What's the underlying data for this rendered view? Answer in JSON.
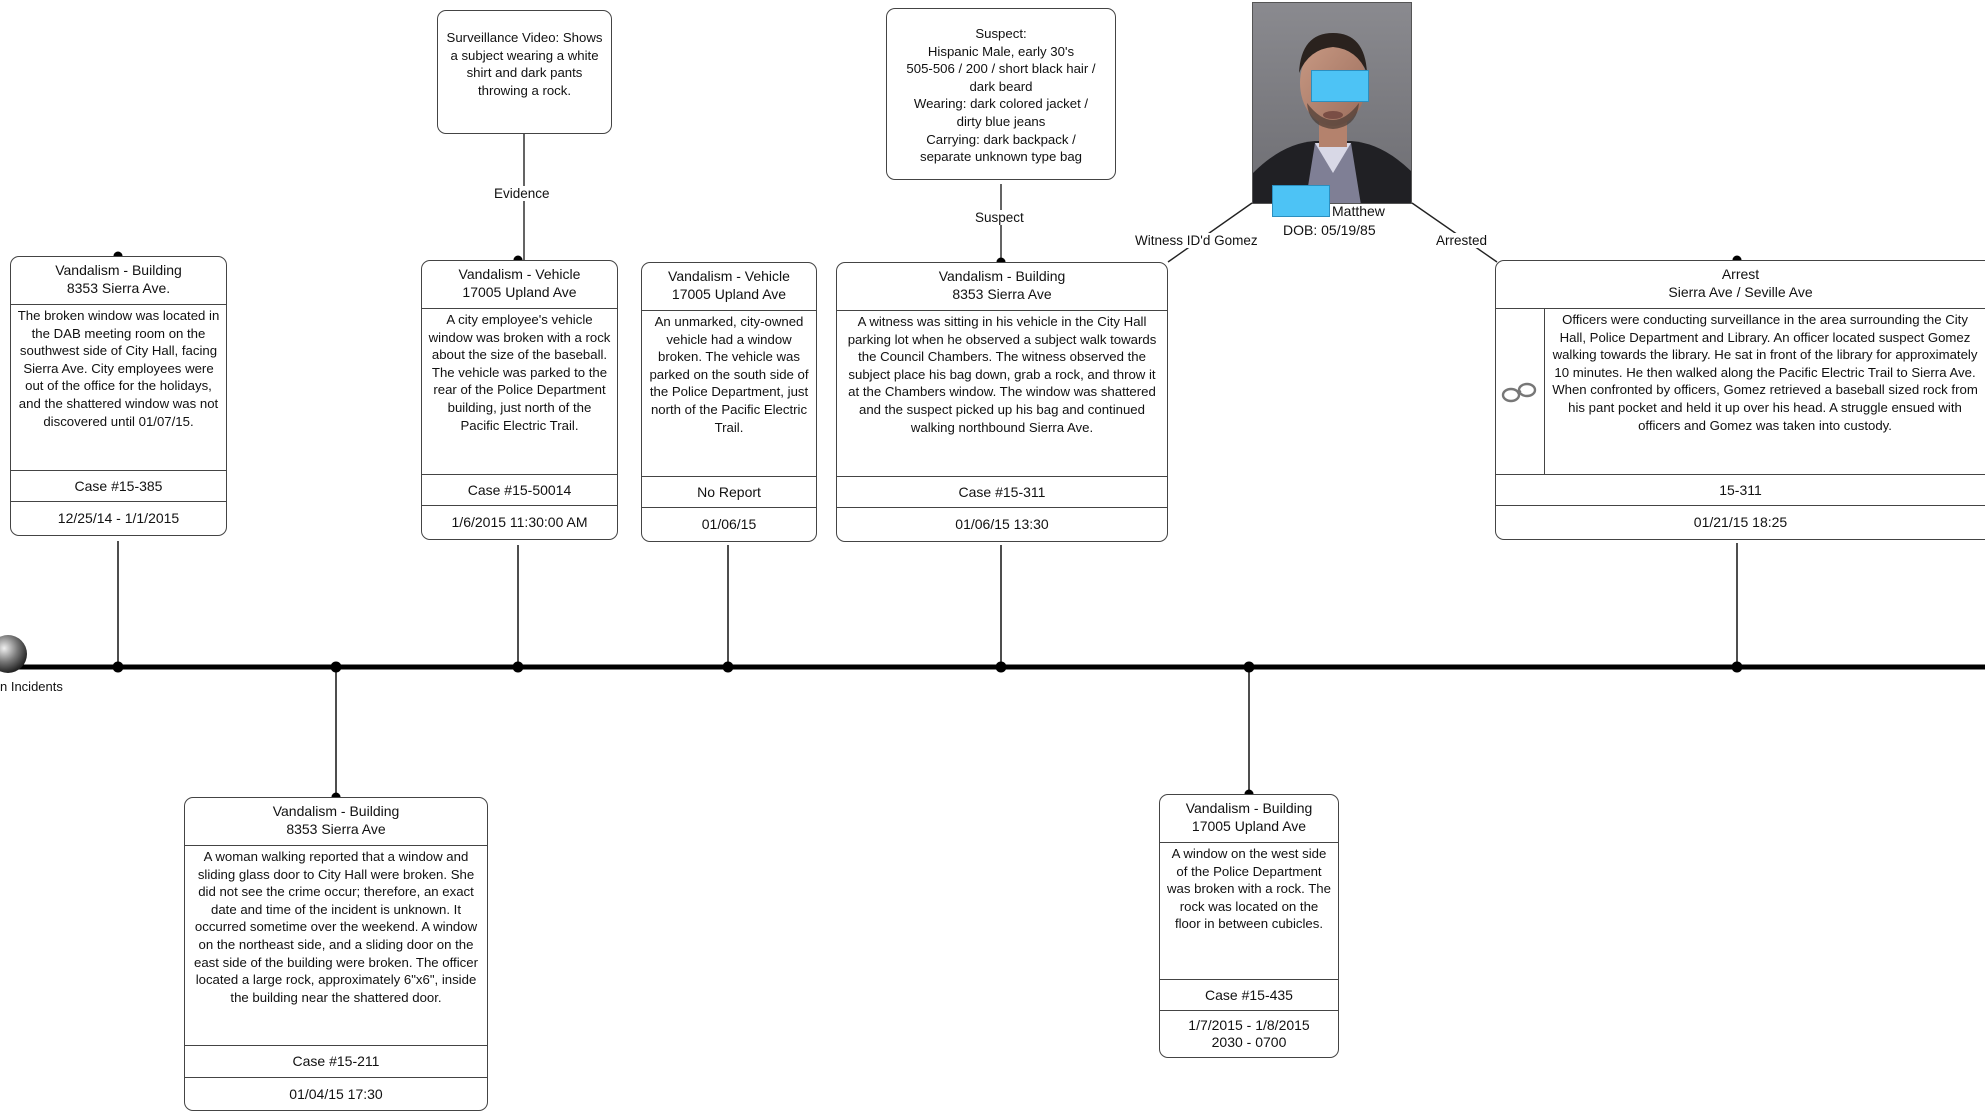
{
  "timeline": {
    "start_label": "n Incidents"
  },
  "events_top": [
    {
      "header_line1": "Vandalism - Building",
      "header_line2": "8353 Sierra Ave.",
      "description": "The broken window was located in the DAB meeting room on the southwest side of City Hall, facing Sierra Ave.  City employees were out of the office for the holidays, and the shattered window was not discovered until 01/07/15.",
      "case": "Case #15-385",
      "date": "12/25/14 - 1/1/2015"
    },
    {
      "header_line1": "Vandalism - Vehicle",
      "header_line2": "17005 Upland Ave",
      "description": "A city employee's vehicle window was broken with a rock about the size of the baseball.  The vehicle was parked to the rear of the Police Department building, just north of the Pacific Electric Trail.",
      "case": "Case #15-50014",
      "date": "1/6/2015 11:30:00 AM"
    },
    {
      "header_line1": "Vandalism - Vehicle",
      "header_line2": "17005 Upland Ave",
      "description": "An unmarked, city-owned vehicle had a window broken.  The vehicle was parked on the south side of the Police Department, just north of the Pacific Electric Trail.",
      "case": "No Report",
      "date": "01/06/15"
    },
    {
      "header_line1": "Vandalism - Building",
      "header_line2": "8353 Sierra Ave",
      "description": "A witness was sitting in his vehicle in the City Hall parking lot when he observed a subject walk towards the Council Chambers.  The witness observed the subject place his bag down, grab a rock, and throw it at the Chambers window.  The window was shattered and the suspect picked up his bag and continued walking northbound Sierra Ave.",
      "case": "Case #15-311",
      "date": "01/06/15 13:30"
    },
    {
      "header_line1": "Arrest",
      "header_line2": "Sierra Ave / Seville Ave",
      "description": "Officers were conducting surveillance in the area surrounding the City Hall, Police Department and Library.  An officer located suspect Gomez walking towards the library.  He sat in front of the library for approximately 10 minutes.  He then walked along the Pacific Electric Trail to Sierra Ave.  When confronted by officers, Gomez retrieved a baseball sized rock from his pant pocket and held it up over his head.  A struggle ensued with officers and Gomez was taken into custody.",
      "case": "15-311",
      "date": "01/21/15 18:25",
      "icon": "handcuffs-icon"
    }
  ],
  "events_bottom": [
    {
      "header_line1": "Vandalism - Building",
      "header_line2": "8353 Sierra Ave",
      "description": "A woman walking reported that a window and sliding glass door to City Hall were broken.  She did not see the crime occur; therefore, an exact date and time of the incident is unknown.  It occurred sometime over the weekend.  A window on the northeast side, and a sliding door on the east side of the building were broken.  The officer located a large rock, approximately 6\"x6\", inside the building near the shattered door.",
      "case": "Case #15-211",
      "date": "01/04/15 17:30"
    },
    {
      "header_line1": "Vandalism - Building",
      "header_line2": "17005 Upland Ave",
      "description": "A window on the west side of the Police Department was broken with a rock.  The rock was located on the floor in between cubicles.",
      "case": "Case #15-435",
      "date_line1": "1/7/2015 - 1/8/2015",
      "date_line2": "2030 - 0700"
    }
  ],
  "notes": {
    "surveillance": "Surveillance Video: Shows a subject wearing a white shirt and dark pants throwing a rock.",
    "suspect_lines": [
      "Suspect:",
      "Hispanic Male, early 30's",
      "505-506 / 200 / short black hair /",
      "dark beard",
      "Wearing:  dark colored jacket /",
      "dirty blue jeans",
      "Carrying:  dark backpack /",
      "separate unknown type bag"
    ]
  },
  "connector_labels": {
    "evidence": "Evidence",
    "suspect": "Suspect",
    "witness": "Witness ID'd Gomez",
    "arrested": "Arrested"
  },
  "person": {
    "name_visible": "Matthew",
    "dob": "DOB: 05/19/85",
    "redaction_color": "#4dc3f5"
  }
}
